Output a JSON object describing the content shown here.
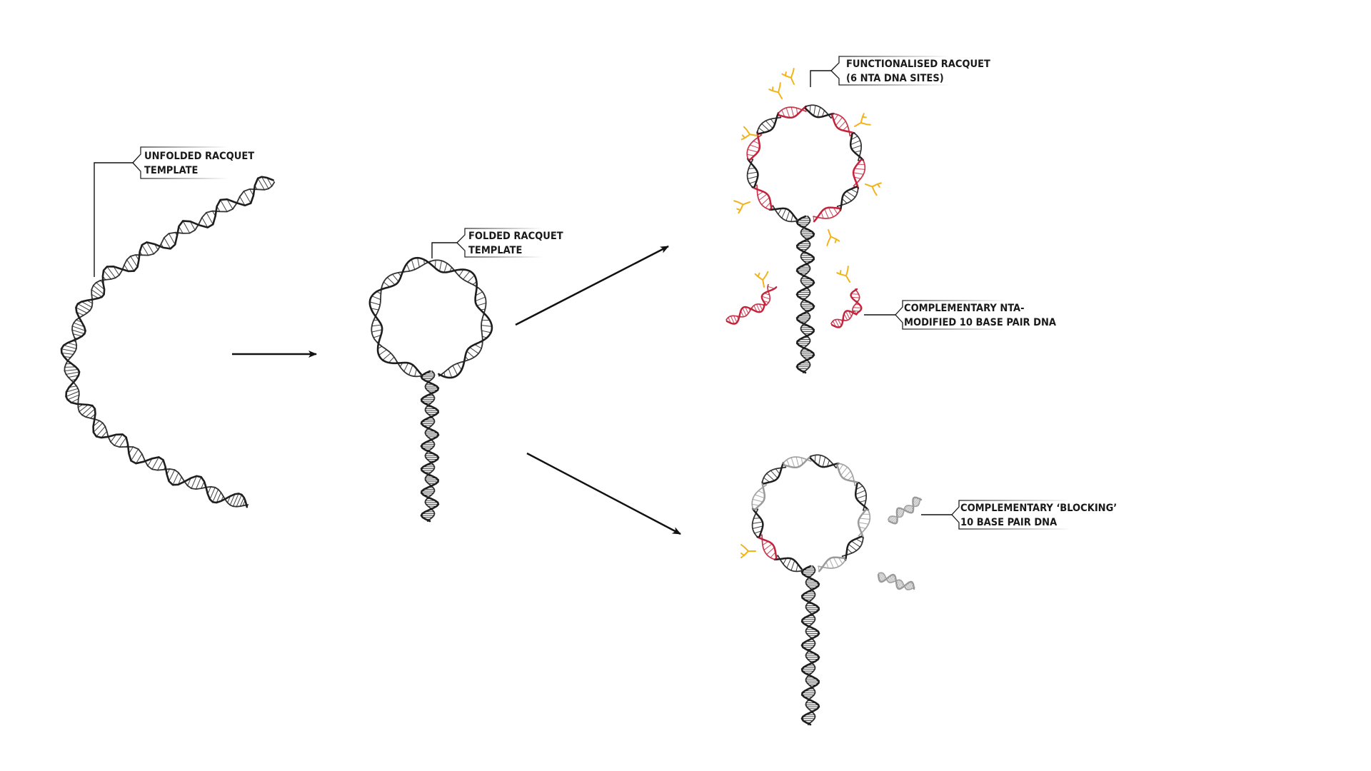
{
  "labels": {
    "unfolded": [
      "UNFOLDED RACQUET",
      "TEMPLATE"
    ],
    "folded": [
      "FOLDED RACQUET",
      "TEMPLATE"
    ],
    "functionalised": [
      "FUNCTIONALISED RACQUET",
      "(6 NTA DNA SITES)"
    ],
    "nta_dna": [
      "COMPLEMENTARY NTA-",
      "MODIFIED 10 BASE PAIR  DNA"
    ],
    "blocking_dna": [
      "COMPLEMENTARY ‘BLOCKING’",
      "10 BASE PAIR DNA"
    ]
  },
  "colors": {
    "template_strand": "#1e1e1e",
    "nta_strand": "#c4223a",
    "nta_ligand": "#f2b31b",
    "blocking_strand": "#9a9a9a",
    "arrow": "#111111"
  },
  "icons": [
    "arrow-right-icon",
    "nta-ligand-icon"
  ]
}
